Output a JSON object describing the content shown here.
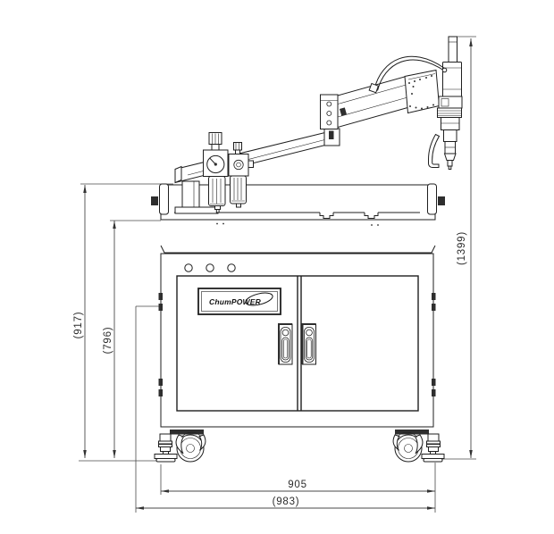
{
  "page": {
    "background": "#ffffff",
    "line_color": "#1f1f1f",
    "dim_line_color": "#4a4a4a",
    "text_color": "#2b2b2b"
  },
  "drawing": {
    "logo": {
      "text": "ChumPOWER"
    },
    "dimensions": {
      "height_overall": "(1399)",
      "height_to_table": "(917)",
      "height_cabinet": "(796)",
      "width_body": "905",
      "width_overall": "(983)"
    }
  }
}
